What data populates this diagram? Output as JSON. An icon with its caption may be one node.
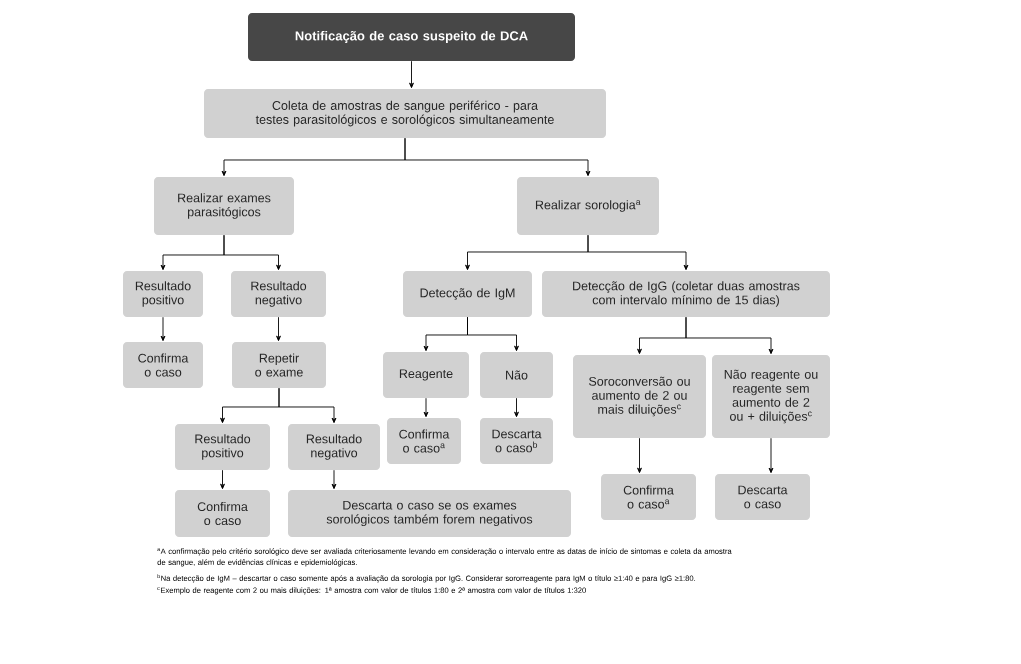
{
  "diagram": {
    "nodes": [
      {
        "text": [
          "Notificação de caso suspeito de DCA"
        ]
      },
      {
        "text": [
          "Coleta de amostras de sangue periférico - para testes parasitológicos e sorológicos simultaneamente"
        ]
      },
      {
        "text": [
          "Realizar exames parasitógicos"
        ]
      },
      {
        "text": [
          "Realizar sorologia$^{a}$"
        ]
      },
      {
        "text": [
          "Resultado positivo"
        ]
      },
      {
        "text": [
          "Resultado negativo"
        ]
      },
      {
        "text": [
          "Confirma o caso"
        ]
      },
      {
        "text": [
          "Repetir o exame"
        ]
      },
      {
        "text": [
          "Resultado positivo"
        ]
      },
      {
        "text": [
          "Resultado negativo"
        ]
      },
      {
        "text": [
          "Confirma o caso"
        ]
      },
      {
        "text": [
          "Descarta o caso se os exames sorológicos também forem negativos"
        ]
      },
      {
        "text": [
          "Detecção de IgM"
        ]
      },
      {
        "text": [
          "Detecção de IgG (coletar duas amostras com intervalo mínimo de 15 dias)"
        ]
      },
      {
        "text": [
          "Reagente"
        ]
      },
      {
        "text": [
          "Não"
        ]
      },
      {
        "text": [
          "Confirma o caso$^{a}$"
        ]
      },
      {
        "text": [
          "Descarta o caso$^{b}$"
        ]
      },
      {
        "text": [
          "Soroconversão ou aumento de 2 ou mais diluições$^{c}$"
        ]
      },
      {
        "text": [
          "Não reagente ou reagente sem aumento de 2 ou + diluições$^{c}$"
        ]
      },
      {
        "text": [
          "Confirma o caso$^{a}$"
        ]
      },
      {
        "text": [
          "Descarta o caso"
        ]
      }
    ],
    "edges": [
      {
        "from": 0,
        "to": 1,
        "arrow": "to"
      },
      {
        "from": 1,
        "to": 2,
        "arrow": "to"
      },
      {
        "from": 1,
        "to": 3,
        "arrow": "to"
      },
      {
        "from": 2,
        "to": 4,
        "arrow": "to"
      },
      {
        "from": 2,
        "to": 5,
        "arrow": "to"
      },
      {
        "from": 4,
        "to": 6,
        "arrow": "to"
      },
      {
        "from": 5,
        "to": 7,
        "arrow": "to"
      },
      {
        "from": 7,
        "to": 8,
        "arrow": "to"
      },
      {
        "from": 7,
        "to": 9,
        "arrow": "to"
      },
      {
        "from": 8,
        "to": 10,
        "arrow": "to"
      },
      {
        "from": 9,
        "to": 11,
        "arrow": "to"
      },
      {
        "from": 3,
        "to": 12,
        "arrow": "to"
      },
      {
        "from": 3,
        "to": 13,
        "arrow": "to"
      },
      {
        "from": 12,
        "to": 14,
        "arrow": "to"
      },
      {
        "from": 12,
        "to": 15,
        "arrow": "to"
      },
      {
        "from": 14,
        "to": 16,
        "arrow": "to"
      },
      {
        "from": 15,
        "to": 17,
        "arrow": "to"
      },
      {
        "from": 13,
        "to": 18,
        "arrow": "to"
      },
      {
        "from": 13,
        "to": 19,
        "arrow": "to"
      },
      {
        "from": 18,
        "to": 20,
        "arrow": "to"
      },
      {
        "from": 19,
        "to": 21,
        "arrow": "to"
      }
    ],
    "labels": [
      "$^{a}$A confirmação pelo critério sorológico deve ser avaliada criteriosamente levando em consideração o intervalo entre as datas de início de sintomas e coleta da amostra de sangue, além de evidências clínicas e epidemiológicas.",
      "$^{b}$Na detecção de IgM – descartar o caso somente após a avaliação da sorologia por IgG. Considerar sororreagente para IgM o título ≥1:40 e para IgG ≥1:80.",
      "$^{c}$Exemplo de reagente com 2 ou mais diluições: 1ª amostra com valor de títulos 1:80 e 2ª amostra com valor de títulos 1:320"
    ]
  }
}
